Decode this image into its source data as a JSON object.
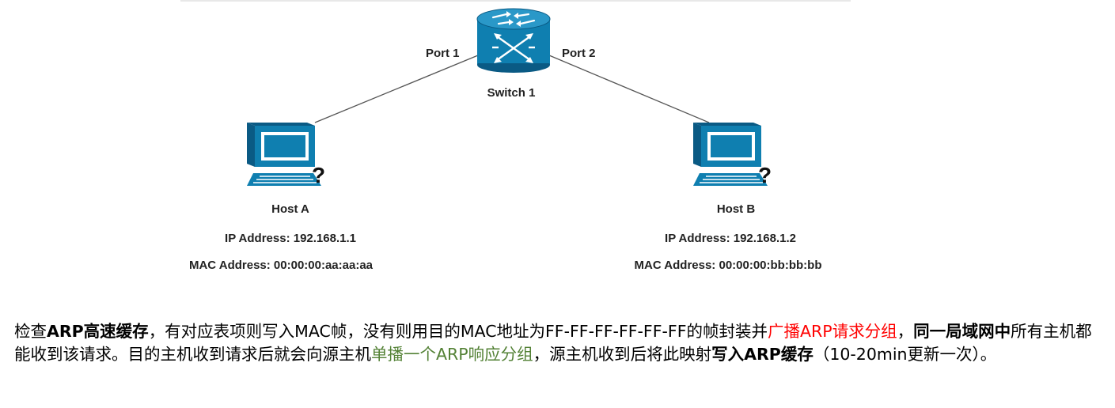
{
  "colors": {
    "device_fill": "#0f7fb0",
    "device_dark": "#0a5a84",
    "line": "#555555",
    "highlight_red": "#ff0000",
    "highlight_green": "#538135"
  },
  "diagram": {
    "switch": {
      "label": "Switch 1",
      "icon": "switch-icon"
    },
    "ports": {
      "port1": "Port 1",
      "port2": "Port 2"
    },
    "host_a": {
      "label": "Host A",
      "ip": "IP Address: 192.168.1.1",
      "mac": "MAC Address: 00:00:00:aa:aa:aa",
      "icon": "computer-icon"
    },
    "host_b": {
      "label": "Host B",
      "ip": "IP Address: 192.168.1.2",
      "mac": "MAC Address: 00:00:00:bb:bb:bb",
      "icon": "computer-icon"
    }
  },
  "description": {
    "s1": "检查",
    "s2": "ARP高速缓存",
    "s3": "，有对应表项则写入MAC帧，没有则用目的MAC地址为FF-FF-FF-FF-FF-FF的帧封装并",
    "s4": "广播ARP请求分组",
    "s5": "，",
    "s6": "同一局域网中",
    "s7": "所有主机都能收到该请求。目的主机收到请求后就会向源主机",
    "s8": "单播一个ARP响应分组",
    "s9": "，源主机收到后将此映射",
    "s10": "写入ARP缓存",
    "s11": "（10-20min更新一次）。"
  }
}
